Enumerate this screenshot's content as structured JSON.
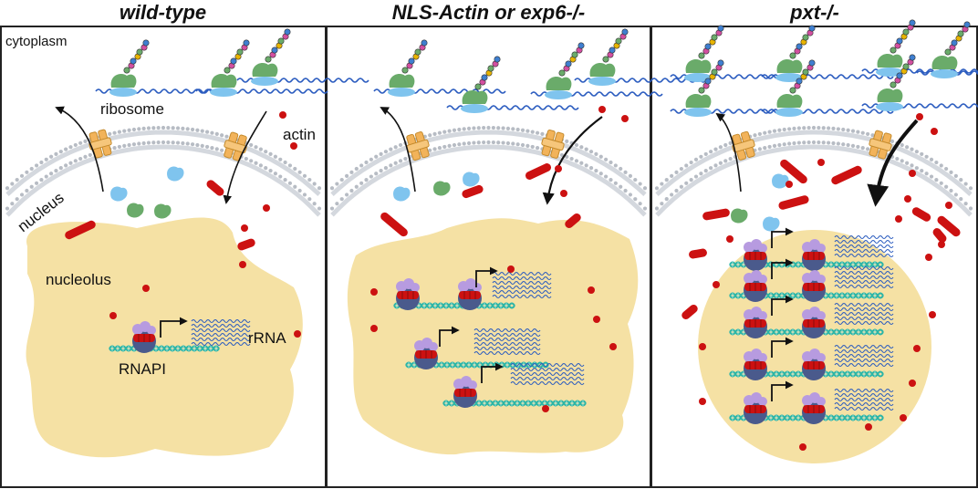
{
  "panels": [
    {
      "title": "wild-type"
    },
    {
      "title": "NLS-Actin or exp6-/-"
    },
    {
      "title": "pxt-/-"
    }
  ],
  "labels": {
    "cytoplasm": "cytoplasm",
    "ribosome": "ribosome",
    "actin": "actin",
    "nucleus": "nucleus",
    "nucleolus": "nucleolus",
    "rrna": "rRNA",
    "rnapi": "RNAPI"
  },
  "colors": {
    "nucleolus": "#f5e1a4",
    "actin": "#cc1111",
    "pore": "#f2b35a",
    "ribosome_large": "#6aab6a",
    "ribosome_small": "#7fc4ee",
    "dna": "#2bb5a8",
    "rna": "#2a5bbf",
    "polymerase": "#4a5a8c",
    "polymerase_cap": "#b79be0",
    "membrane": "#b7bcc4"
  }
}
